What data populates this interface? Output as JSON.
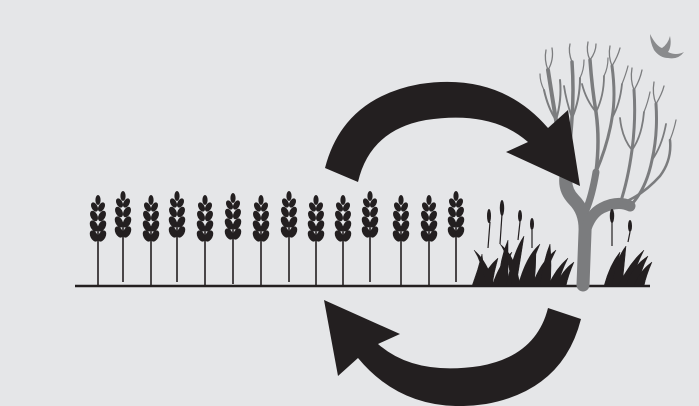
{
  "diagram": {
    "background": "#e5e6e8",
    "colors": {
      "arrow": "#231f20",
      "ground": "#231f20",
      "wheat": "#231f20",
      "grass": "#231f20",
      "tree": "#7b7c7e",
      "bird": "#8a8b8d"
    },
    "elements": {
      "wheat_row": {
        "icon": "wheat-stalk-icon",
        "count": 14
      },
      "wild_grass": {
        "icon": "wild-grass-icon"
      },
      "tree": {
        "icon": "bare-tree-icon"
      },
      "bird": {
        "icon": "bird-icon"
      },
      "arrows": [
        {
          "icon": "curved-arrow-icon",
          "direction": "clockwise-top-to-right"
        },
        {
          "icon": "curved-arrow-icon",
          "direction": "clockwise-bottom-to-left"
        }
      ]
    }
  }
}
